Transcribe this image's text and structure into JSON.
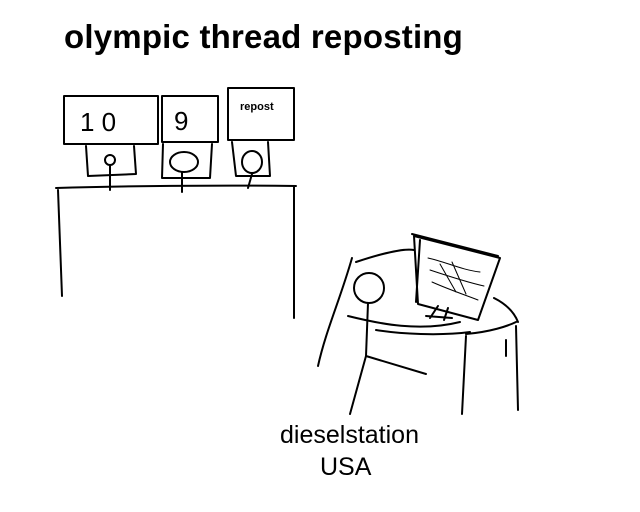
{
  "title": "olympic thread reposting",
  "judges": [
    {
      "score": "1 0"
    },
    {
      "score": "9"
    },
    {
      "score": "repost"
    }
  ],
  "caption": {
    "name": "dieselstation",
    "country": "USA"
  },
  "colors": {
    "ink": "#000000",
    "background": "#ffffff"
  }
}
